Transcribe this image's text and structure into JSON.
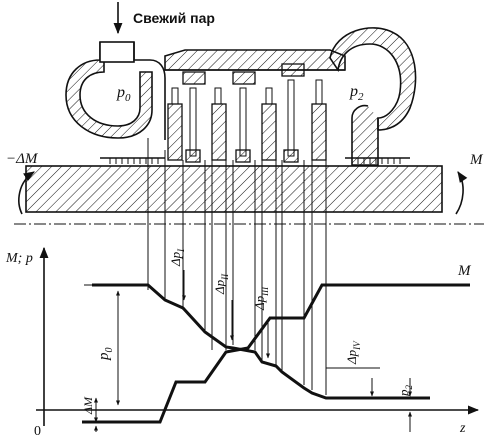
{
  "header": {
    "label": "Свежий пар"
  },
  "casing": {
    "inlet_pressure": "p",
    "inlet_sub": "0",
    "outlet_pressure": "p",
    "outlet_sub": "2"
  },
  "rotor": {
    "moment_left": "−ΔM",
    "moment_right": "M"
  },
  "graph": {
    "y_axis": "M; p",
    "x_axis": "z",
    "origin": "0",
    "curve_moment_label": "M",
    "drops": [
      {
        "delta": "Δp",
        "sub": "I"
      },
      {
        "delta": "Δp",
        "sub": "II"
      },
      {
        "delta": "Δp",
        "sub": "III"
      },
      {
        "delta": "Δp",
        "sub": "IV"
      }
    ],
    "p0": {
      "main": "p",
      "sub": "0"
    },
    "p2": {
      "main": "p",
      "sub": "2"
    },
    "dM": "ΔM"
  }
}
